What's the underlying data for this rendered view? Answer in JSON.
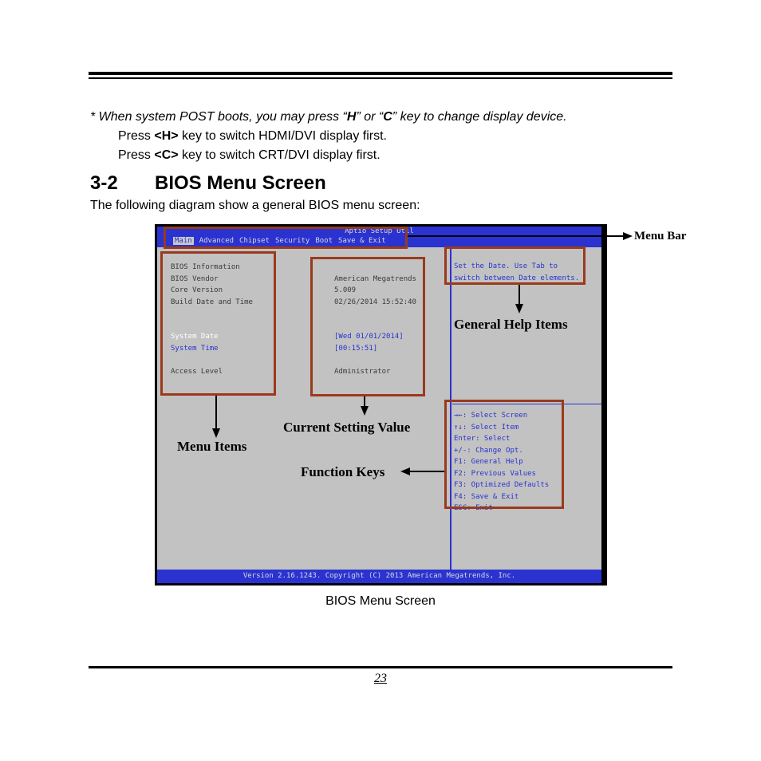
{
  "note": {
    "prefix": "* When system POST boots, you may press “",
    "key_h": "H",
    "mid": "” or “",
    "key_c": "C",
    "suffix": "” key to change display device."
  },
  "press_lines": [
    {
      "word": "Press ",
      "key": "<H>",
      "text": " key to switch HDMI/DVI display first."
    },
    {
      "word": "Press ",
      "key": "<C>",
      "text": " key to switch CRT/DVI display first."
    }
  ],
  "section": {
    "number": "3-2",
    "title": "BIOS Menu Screen"
  },
  "intro": "The following diagram show a general BIOS menu screen:",
  "bios": {
    "title": "Aptio Setup Util",
    "tabs": [
      "Main",
      "Advanced",
      "Chipset",
      "Security",
      "Boot",
      "Save & Exit"
    ],
    "menu_items": [
      "BIOS Information",
      "BIOS Vendor",
      "Core Version",
      "Build Date and Time",
      "",
      "",
      "System Date",
      "System Time",
      "",
      "Access Level"
    ],
    "values": [
      "",
      "American Megatrends",
      "5.009",
      "02/26/2014 15:52:40",
      "",
      "",
      "[Wed 01/01/2014]",
      "[00:15:51]",
      "",
      "Administrator"
    ],
    "help": [
      "Set the Date. Use Tab to",
      "switch between Date elements."
    ],
    "function_keys": [
      "→←: Select Screen",
      "↑↓: Select Item",
      "Enter: Select",
      "+/-: Change Opt.",
      "F1: General Help",
      "F2: Previous Values",
      "F3: Optimized Defaults",
      "F4: Save & Exit",
      "ESC: Exit"
    ],
    "footer": "Version 2.16.1243. Copyright (C) 2013 American Megatrends, Inc."
  },
  "labels": {
    "menu_bar": "Menu Bar",
    "general_help": "General Help Items",
    "current_setting": "Current Setting Value",
    "menu_items": "Menu Items",
    "function_keys": "Function Keys"
  },
  "caption": "BIOS Menu Screen",
  "page_number": "23",
  "colors": {
    "bios_blue": "#2a33d0",
    "highlight_box": "#9a3a1c",
    "bios_gray": "#c2c2c2"
  }
}
